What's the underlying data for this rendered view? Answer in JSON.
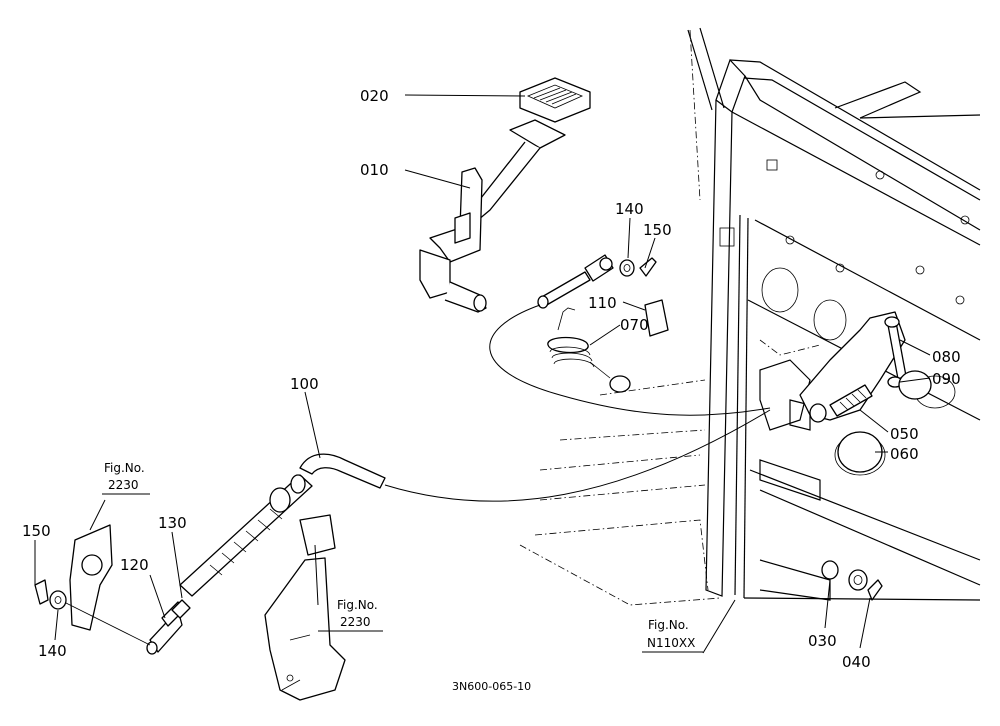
{
  "diagram": {
    "drawing_code": "3N600-065-10",
    "part_labels": {
      "p020": "020",
      "p010": "010",
      "p140_top": "140",
      "p150_top": "150",
      "p110": "110",
      "p070": "070",
      "p080": "080",
      "p090": "090",
      "p100": "100",
      "p050": "050",
      "p060": "060",
      "p150_left": "150",
      "p130": "130",
      "p120": "120",
      "p140_left": "140",
      "p030": "030",
      "p040": "040"
    },
    "fig_refs": {
      "upper_left": {
        "title": "Fig.No.",
        "number": "2230"
      },
      "bracket": {
        "title": "Fig.No.",
        "number": "2230"
      },
      "frame": {
        "title": "Fig.No.",
        "number": "N110XX"
      }
    }
  }
}
